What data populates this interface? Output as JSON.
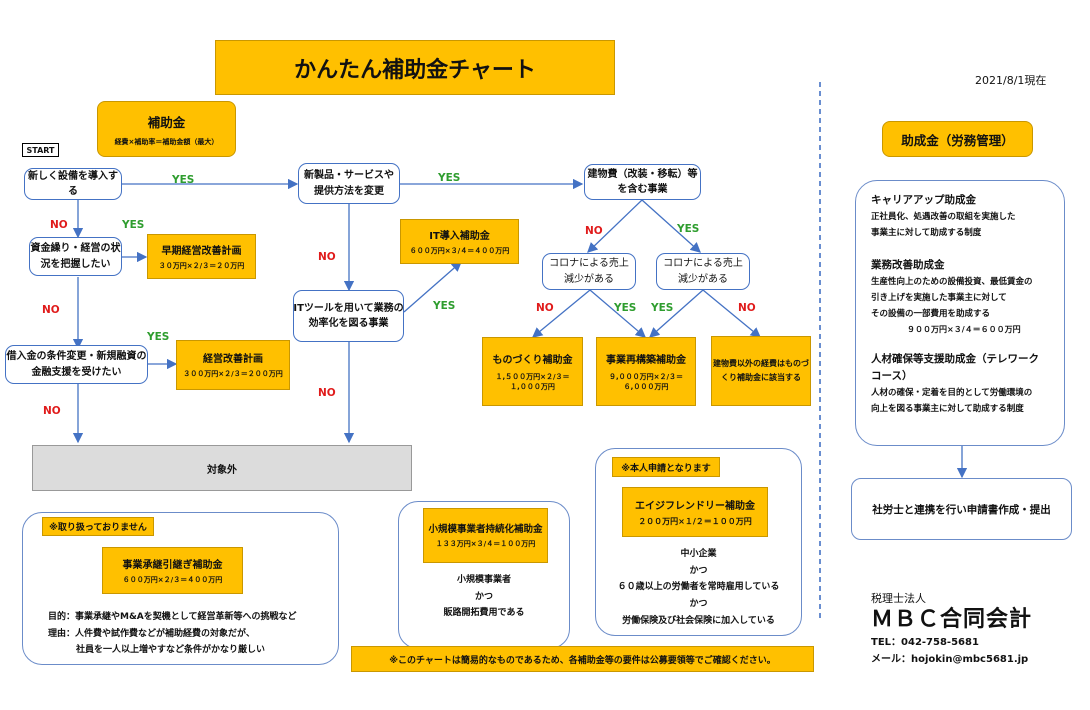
{
  "title": "かんたん補助金チャート",
  "date": "2021/8/1現在",
  "hojokin": {
    "title": "補助金",
    "formula": "経費×補助率＝補助金額（最大）"
  },
  "start": "START",
  "q1": "新しく設備を導入する",
  "q_cash": [
    "資金繰り・経営の状",
    "況を把握したい"
  ],
  "q_loan": [
    "借入金の条件変更・新規融資の",
    "金融支援を受けたい"
  ],
  "q_newproduct": [
    "新製品・サービスや",
    "提供方法を変更"
  ],
  "q_it": [
    "ITツールを用いて業務の",
    "効率化を図る事業"
  ],
  "q_building": [
    "建物費（改装・移転）等",
    "を含む事業"
  ],
  "q_corona_left": [
    "コロナによる売上",
    "減少がある"
  ],
  "q_corona_right": [
    "コロナによる売上",
    "減少がある"
  ],
  "labels": {
    "yes": "YES",
    "no": "NO"
  },
  "soki": {
    "title": "早期経営改善計画",
    "formula": "３０万円×２/３＝２０万円"
  },
  "keiei": {
    "title": "経営改善計画",
    "formula": "３００万円×２/３＝２００万円"
  },
  "it_grant": {
    "title": "IT導入補助金",
    "formula": "６００万円×３/４＝４００万円"
  },
  "monozukuri": {
    "title": "ものづくり補助金",
    "formula1": "１,５００万円×２/３＝",
    "formula2": "１,０００万円"
  },
  "saikouchiku": {
    "title": "事業再構築補助金",
    "formula1": "９,０００万円×２/３＝",
    "formula2": "６,０００万円"
  },
  "monozukuri_note": [
    "建物費以外の経費はものづ",
    "くり補助金に該当する"
  ],
  "taishogai": "対象外",
  "not_handled": {
    "header": "※取り扱っておりません",
    "title": "事業承継引継ぎ補助金",
    "formula": "６００万円×２/３＝４００万円",
    "purpose": "目的：事業承継やM&Aを契機として経営革新等への挑戦など",
    "reason": "理由：人件費や試作費などが補助経費の対象だが、",
    "reason2": "社員を一人以上増やすなど条件がかなり厳しい"
  },
  "shokibo": {
    "title": "小規模事業者持続化補助金",
    "formula": "１３３万円×３/４＝１００万円",
    "cond1": "小規模事業者",
    "cond2": "かつ",
    "cond3": "販路開拓費用である"
  },
  "ageless": {
    "header": "※本人申請となります",
    "title": "エイジフレンドリー補助金",
    "formula": "２００万円×１/２＝１００万円",
    "cond1": "中小企業",
    "cond2": "かつ",
    "cond3": "６０歳以上の労働者を常時雇用している",
    "cond4": "かつ",
    "cond5": "労働保険及び社会保険に加入している"
  },
  "footer_note": "※このチャートは簡易的なものであるため、各補助金等の要件は公募要領等でご確認ください。",
  "joseikin": {
    "title": "助成金（労務管理）",
    "career_title": "キャリアアップ助成金",
    "career_desc": [
      "正社員化、処遇改善の取組を実施した",
      "事業主に対して助成する制度"
    ],
    "gyomu_title": "業務改善助成金",
    "gyomu_desc": [
      "生産性向上のための設備投資、最低賃金の",
      "引き上げを実施した事業主に対して",
      "その設備の一部費用を助成する"
    ],
    "gyomu_formula": "９００万円×３/４＝６００万円",
    "jinzai_title": [
      "人材確保等支援助成金（テレワーク",
      "コース）"
    ],
    "jinzai_desc": [
      "人材の確保・定着を目的として労働環境の",
      "向上を図る事業主に対して助成する制度"
    ],
    "sharoushi": "社労士と連携を行い申請書作成・提出"
  },
  "company": {
    "prefix": "税理士法人",
    "name": "ＭＢＣ合同会計",
    "tel": "TEL：042-758-5681",
    "mail": "メール：hojokin@mbc5681.jp"
  },
  "colors": {
    "accent": "#FFC000",
    "flow": "#4472C4",
    "yes": "#2e9d2e",
    "no": "#e01b1b"
  }
}
